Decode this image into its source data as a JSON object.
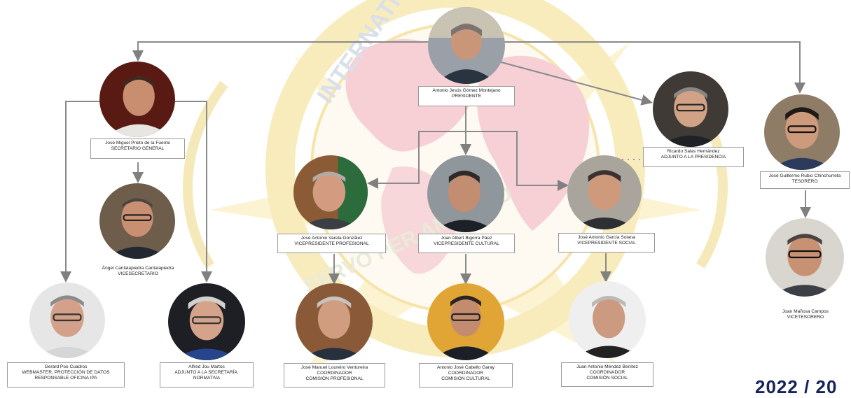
{
  "background": {
    "seal_text_top": "INTERNATIONAL POLICE",
    "seal_text_bottom": "SERVO PER AMIKECO",
    "seal_colors": {
      "ring": "#f7ecc4",
      "globe": "#f8d5d8",
      "rays": "#fbefc2"
    }
  },
  "people": [
    {
      "id": "president",
      "name": "Antonio Jesús Gómez Montejano",
      "role": "PRESIDENTE",
      "role2": "",
      "role3": ""
    },
    {
      "id": "secretario",
      "name": "José Miguel Prieto de la Fuente",
      "role": "SECRETARIO GENERAL",
      "role2": "",
      "role3": ""
    },
    {
      "id": "adjunto-presidencia",
      "name": "Ricardo Salas Hernández",
      "role": "ADJUNTO A LA PRESIDENCIA",
      "role2": "",
      "role3": ""
    },
    {
      "id": "tesorero",
      "name": "José Guillermo Rubio Chinchurreta",
      "role": "TESORERO",
      "role2": "",
      "role3": ""
    },
    {
      "id": "vicesecretario",
      "name": "Ángel Cantalapiedra Cantalapiedra",
      "role": "VICESECRETARIO",
      "role2": "",
      "role3": ""
    },
    {
      "id": "vp-profesional",
      "name": "José Antonio Varela González",
      "role": "VICEPRESIDENTE PROFESIONAL",
      "role2": "",
      "role3": ""
    },
    {
      "id": "vp-cultural",
      "name": "Joan Albert Bigorra Páez",
      "role": "VICEPRESIDENTE CULTURAL",
      "role2": "",
      "role3": ""
    },
    {
      "id": "vp-social",
      "name": "José Antonio García Solana",
      "role": "VICEPRESIDENTE SOCIAL",
      "role2": "",
      "role3": ""
    },
    {
      "id": "vicetesorero",
      "name": "Joan Mañosa Campos",
      "role": "VICETESORERO",
      "role2": "",
      "role3": ""
    },
    {
      "id": "webmaster",
      "name": "Gerard Poo Cuadros",
      "role": "WEBMASTER, PROTECCIÓN DE DATOS",
      "role2": "RESPONSABLE OFICINA IPA",
      "role3": ""
    },
    {
      "id": "adjunto-secretaria",
      "name": "Alfred Jou Martos",
      "role": "ADJUNTO A LA SECRETARÍA.",
      "role2": "NORMATIVA",
      "role3": ""
    },
    {
      "id": "coord-profesional",
      "name": "José Manuel Loureiro Ventureira",
      "role": "COORDINADOR",
      "role2": "COMISIÓN PROFESIONAL",
      "role3": ""
    },
    {
      "id": "coord-cultural",
      "name": "Antonio José Cabello Garay",
      "role": "COORDINADOR",
      "role2": "COMISIÓN CULTURAL",
      "role3": ""
    },
    {
      "id": "coord-social",
      "name": "Juan Antonio Méndez Benítez",
      "role": "COORDINADOR",
      "role2": "COMISIÓN SOCIAL",
      "role3": ""
    }
  ],
  "year_mark": "2022 / 20"
}
